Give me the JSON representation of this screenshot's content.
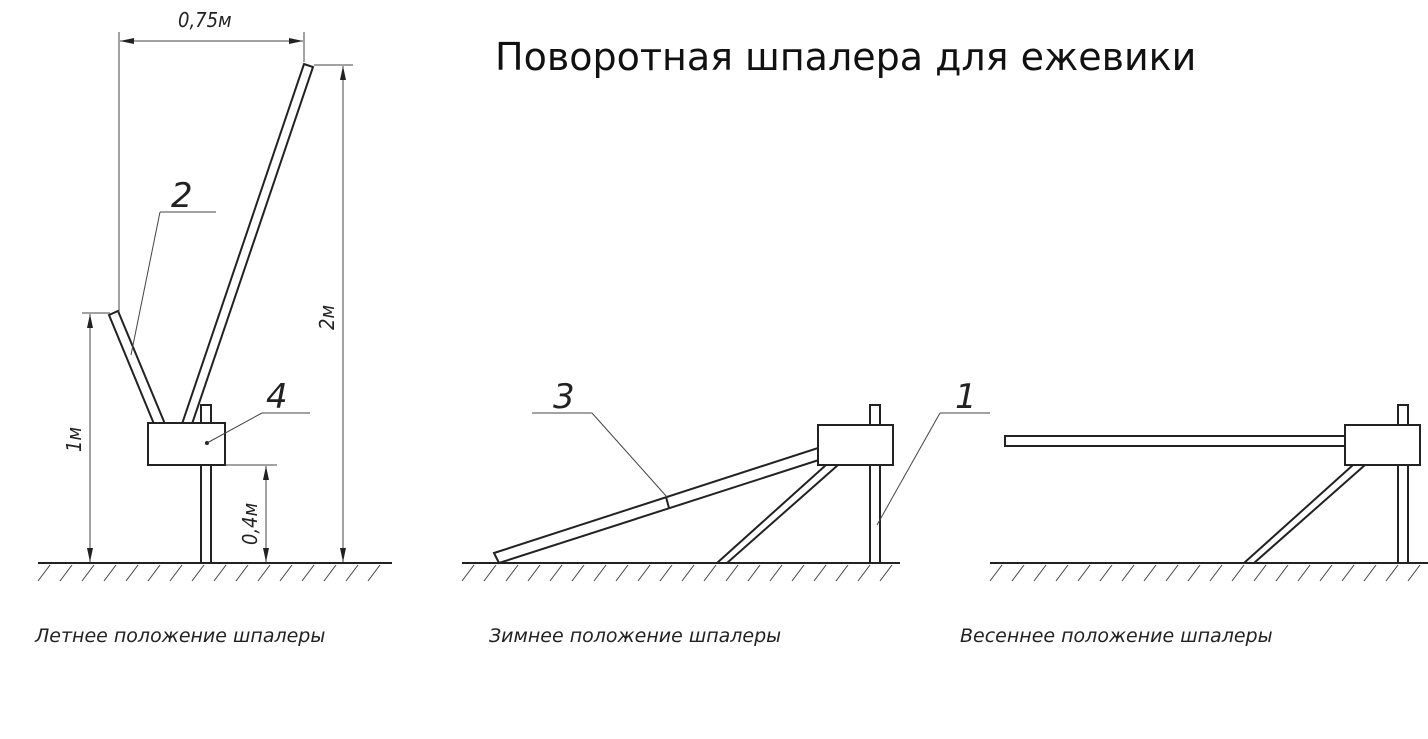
{
  "title": "Поворотная шпалера для ежевики",
  "dimensions": {
    "width_top": "0,75м",
    "height_total": "2м",
    "height_arm": "1м",
    "height_block": "0,4м"
  },
  "part_labels": {
    "post": "1",
    "short_arm": "2",
    "long_arm": "3",
    "block": "4"
  },
  "captions": {
    "summer": "Летнее положение шпалеры",
    "winter": "Зимнее положение шпалеры",
    "spring": "Весеннее положение шпалеры"
  }
}
